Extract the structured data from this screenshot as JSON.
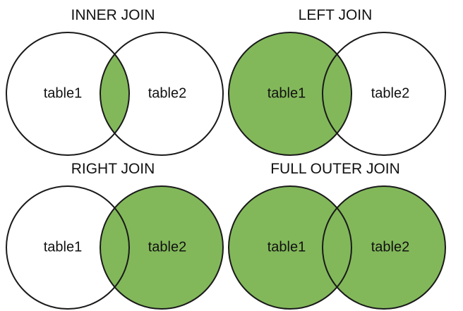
{
  "colors": {
    "fill": "#82b85a",
    "stroke": "#1a1a1a",
    "background": "#ffffff",
    "text": "#111111"
  },
  "panels": [
    {
      "title": "INNER JOIN",
      "left_label": "table1",
      "right_label": "table2",
      "highlight": "intersection"
    },
    {
      "title": "LEFT JOIN",
      "left_label": "table1",
      "right_label": "table2",
      "highlight": "left"
    },
    {
      "title": "RIGHT JOIN",
      "left_label": "table1",
      "right_label": "table2",
      "highlight": "right"
    },
    {
      "title": "FULL OUTER JOIN",
      "left_label": "table1",
      "right_label": "table2",
      "highlight": "both"
    }
  ]
}
